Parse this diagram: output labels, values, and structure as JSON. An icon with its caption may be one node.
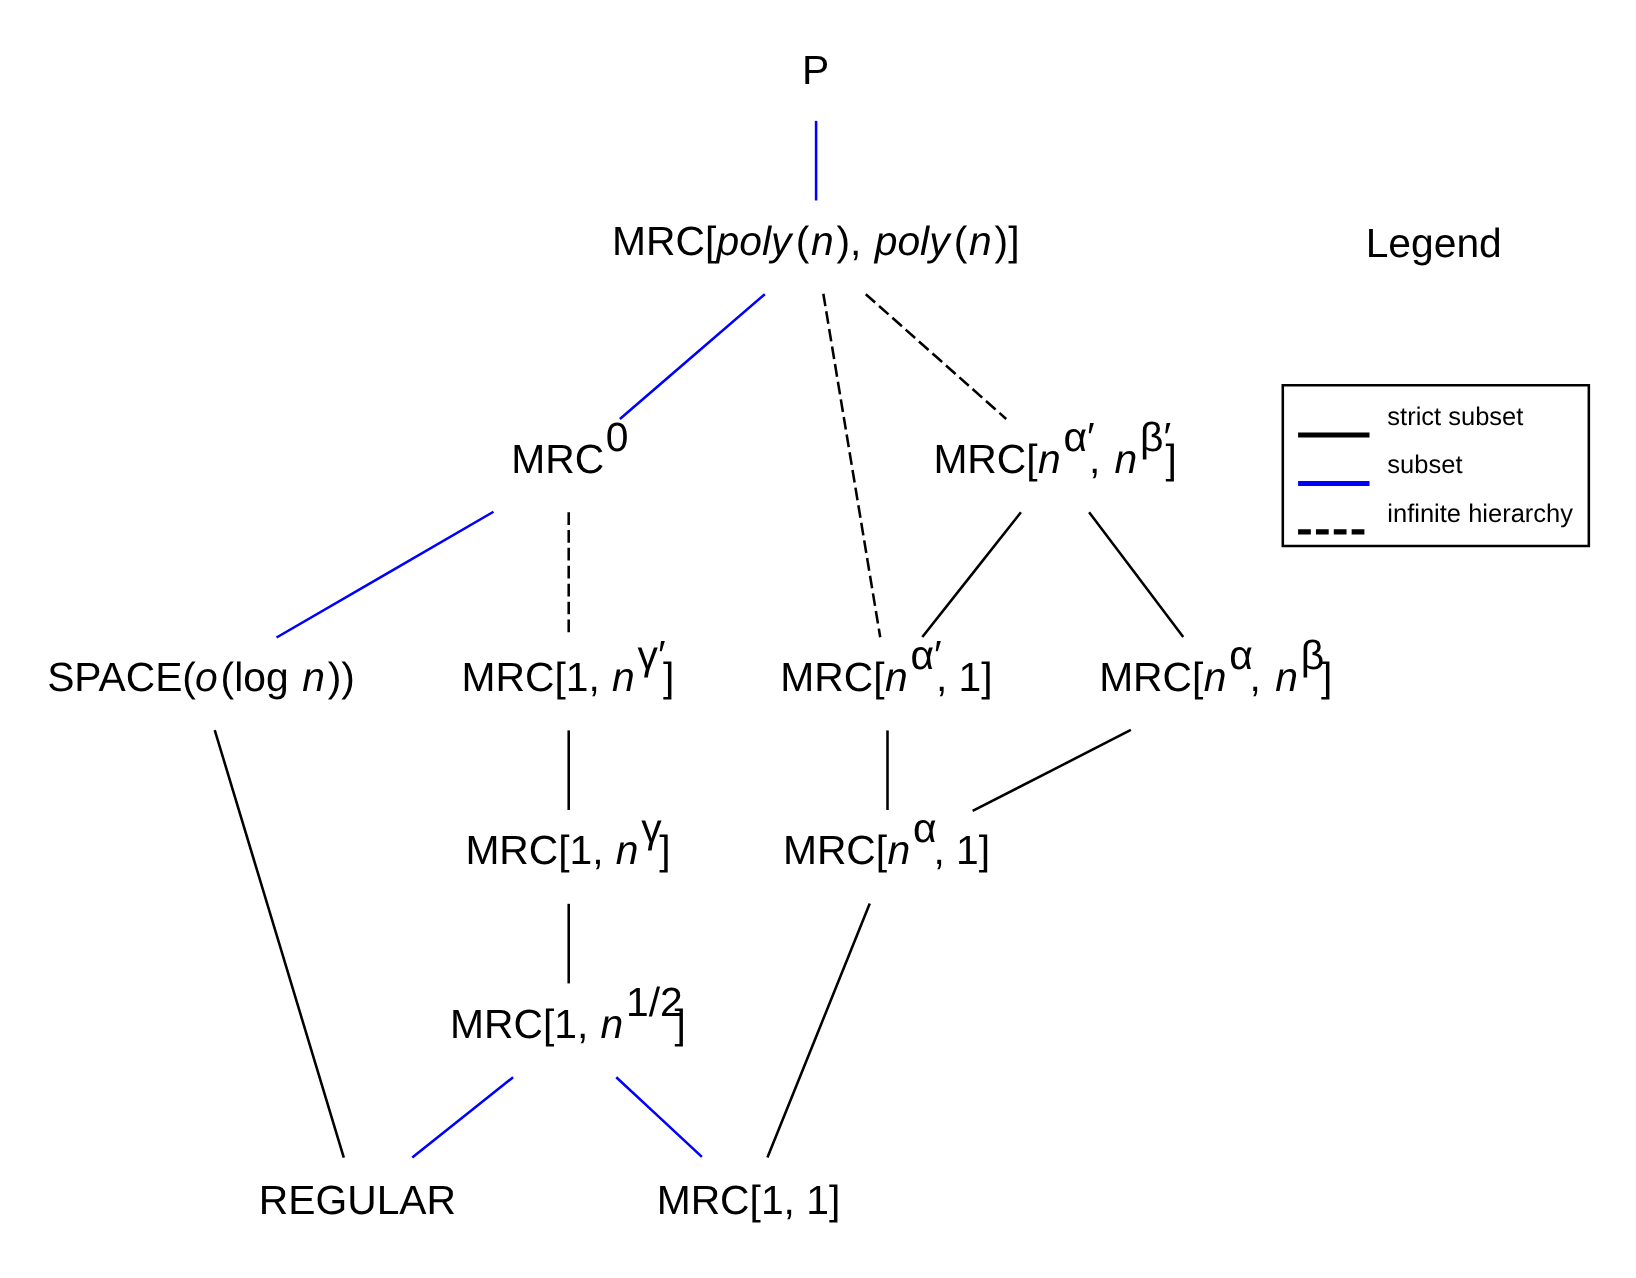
{
  "diagram": {
    "nodes": [
      {
        "text": [
          "P"
        ]
      },
      {
        "text": [
          "MRC[*poly*(*n*), *poly*(*n*)]"
        ]
      },
      {
        "text": [
          "MRC$^{0}$"
        ]
      },
      {
        "text": [
          "MRC[*n*$^{α′}$, *n*$^{β′}$]"
        ]
      },
      {
        "text": [
          "SPACE(*o*(log *n*))"
        ]
      },
      {
        "text": [
          "MRC[1, *n*$^{γ′}$]"
        ]
      },
      {
        "text": [
          "MRC[*n*$^{α′}$, 1]"
        ]
      },
      {
        "text": [
          "MRC[*n*$^{α}$, *n*$^{β}$]"
        ]
      },
      {
        "text": [
          "MRC[1, *n*$^{γ}$]"
        ]
      },
      {
        "text": [
          "MRC[*n*$^{α}$, 1]"
        ]
      },
      {
        "text": [
          "MRC[1, *n*$^{1/2}$]"
        ]
      },
      {
        "text": [
          "REGULAR"
        ]
      },
      {
        "text": [
          "MRC[1, 1]"
        ]
      }
    ],
    "edges": [
      {
        "from": 0,
        "to": 1,
        "arrow": "none",
        "color": "#0000ff"
      },
      {
        "from": 1,
        "to": 2,
        "arrow": "none",
        "color": "#0000ff"
      },
      {
        "from": 1,
        "to": 6,
        "arrow": "none",
        "style": "dashed"
      },
      {
        "from": 1,
        "to": 3,
        "arrow": "none",
        "style": "dashed"
      },
      {
        "from": 2,
        "to": 4,
        "arrow": "none",
        "color": "#0000ff"
      },
      {
        "from": 2,
        "to": 5,
        "arrow": "none",
        "style": "dashed"
      },
      {
        "from": 3,
        "to": 6,
        "arrow": "none"
      },
      {
        "from": 3,
        "to": 7,
        "arrow": "none"
      },
      {
        "from": 5,
        "to": 8,
        "arrow": "none"
      },
      {
        "from": 6,
        "to": 9,
        "arrow": "none"
      },
      {
        "from": 7,
        "to": 9,
        "arrow": "none"
      },
      {
        "from": 8,
        "to": 10,
        "arrow": "none"
      },
      {
        "from": 4,
        "to": 11,
        "arrow": "none"
      },
      {
        "from": 10,
        "to": 11,
        "arrow": "none",
        "color": "#0000ff"
      },
      {
        "from": 10,
        "to": 12,
        "arrow": "none",
        "color": "#0000ff"
      },
      {
        "from": 9,
        "to": 12,
        "arrow": "none"
      }
    ],
    "labels": [
      "Legend"
    ],
    "legend": [
      {
        "text": "strict subset"
      },
      {
        "text": "subset"
      },
      {
        "text": "infinite hierarchy"
      }
    ]
  }
}
